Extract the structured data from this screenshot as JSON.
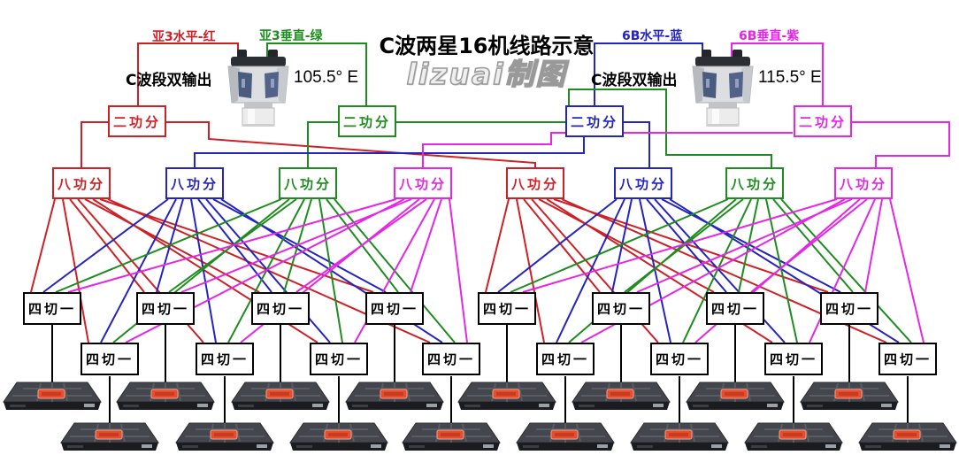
{
  "title": "C波两星16机线路示意",
  "watermark": "lizuai制图",
  "colors": {
    "red": "#cf2026",
    "green": "#1e8c1e",
    "blue": "#2424c0",
    "magenta": "#e626e6",
    "black": "#000000",
    "receiver_logo": "#e64c2e"
  },
  "legend": {
    "red_label": "亚3水平-红",
    "green_label": "亚3垂直-绿",
    "blue_label": "6B水平-蓝",
    "magenta_label": "6B垂直-紫"
  },
  "lnbs": [
    {
      "caption": "C波段双输出",
      "position": "105.5° E"
    },
    {
      "caption": "C波段双输出",
      "position": "115.5° E"
    }
  ],
  "labels": {
    "splitter2": "二功分",
    "splitter8": "八功分",
    "switch41": "四切一"
  },
  "counts": {
    "splitter2": 4,
    "splitter8": 8,
    "switch41": 16,
    "receivers": 16
  }
}
